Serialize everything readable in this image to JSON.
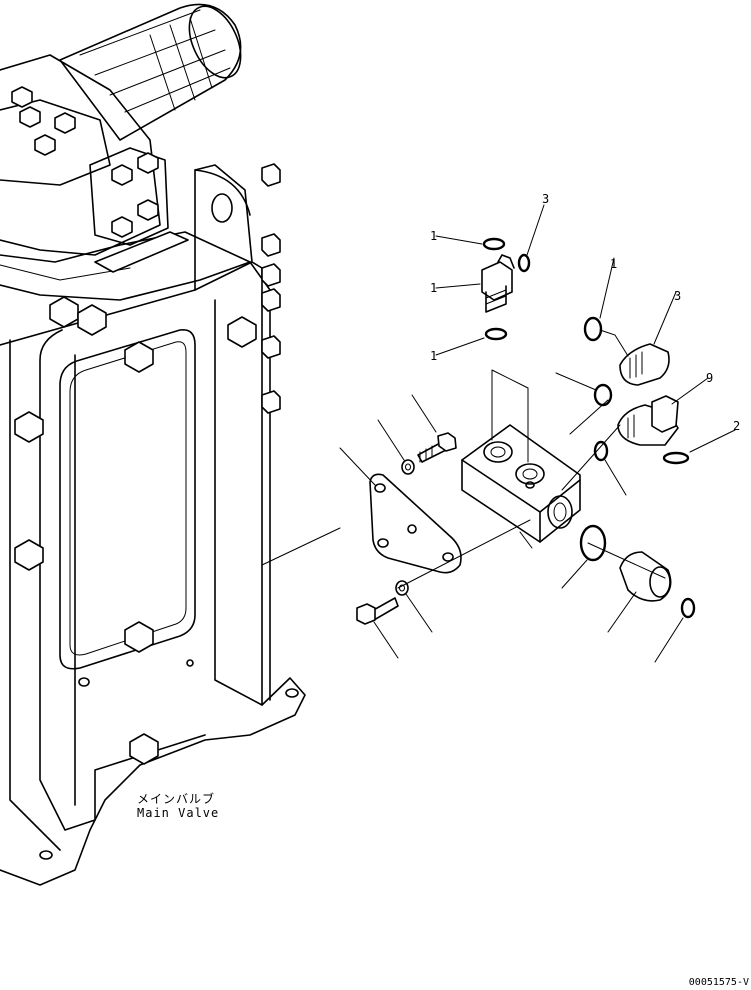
{
  "labels": {
    "main_valve_jp": "メインバルブ",
    "main_valve_en": "Main Valve",
    "drawing_id": "00051575-V"
  },
  "callouts": {
    "oring_top": "1",
    "oring_top_right": "3",
    "elbow_fitting": "1",
    "oring_mid": "1",
    "oring_right": "1",
    "connector_right": "3",
    "pressure_sensor": "9",
    "small_oring": "2"
  }
}
